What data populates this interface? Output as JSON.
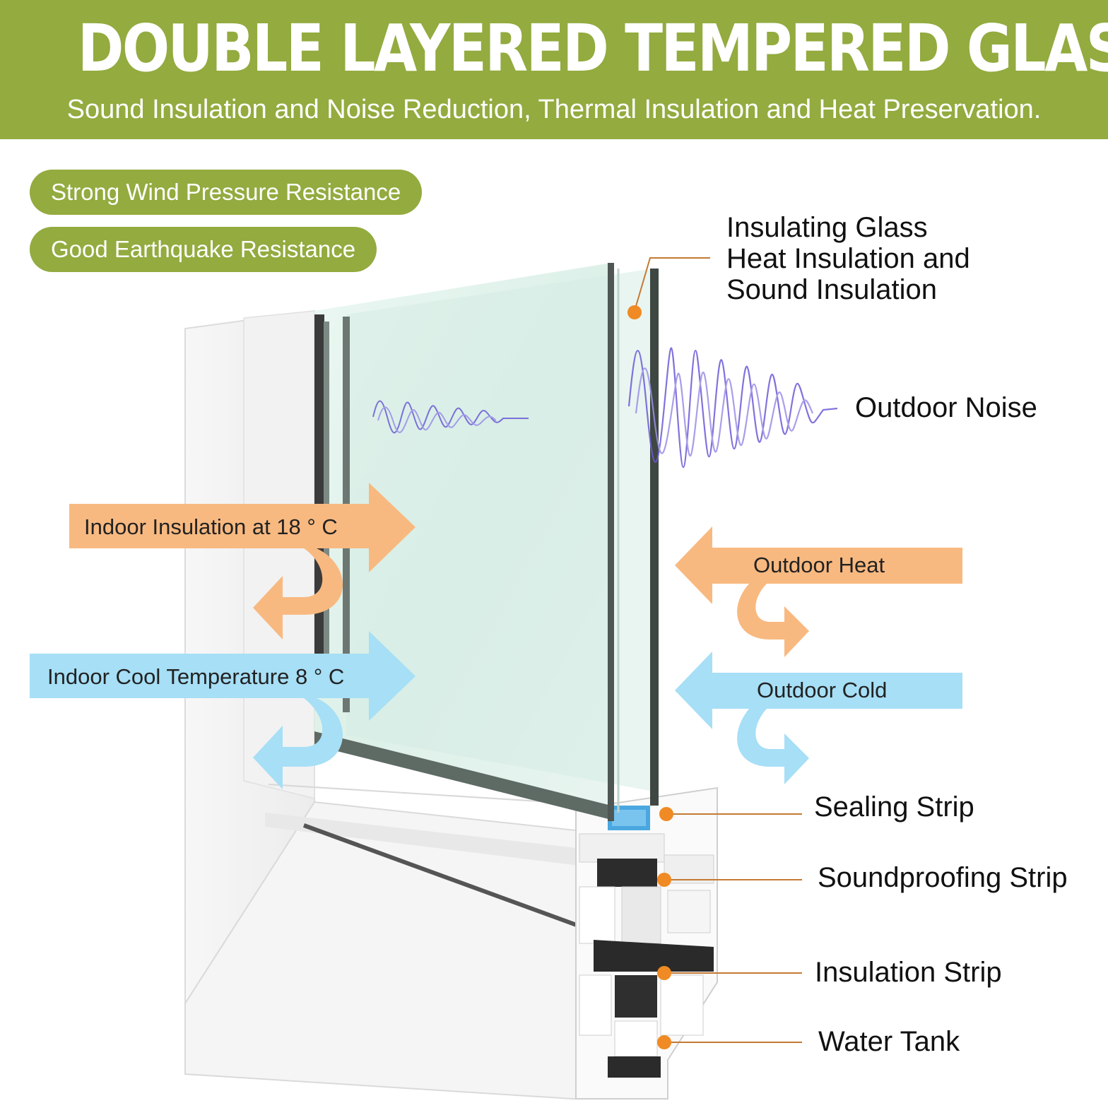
{
  "header": {
    "title": "DOUBLE LAYERED TEMPERED GLASS",
    "subtitle": "Sound Insulation and Noise Reduction, Thermal Insulation and Heat Preservation."
  },
  "badges": [
    {
      "label": "Strong Wind Pressure Resistance"
    },
    {
      "label": "Good Earthquake Resistance"
    }
  ],
  "callouts": {
    "insulating_glass": [
      "Insulating Glass",
      "Heat Insulation and",
      "Sound Insulation"
    ],
    "outdoor_noise": "Outdoor Noise",
    "sealing_strip": "Sealing Strip",
    "soundproofing_strip": "Soundproofing Strip",
    "insulation_strip": "Insulation Strip",
    "water_tank": "Water Tank"
  },
  "arrows": {
    "indoor_insulation": "Indoor Insulation at 18 ° C",
    "indoor_cool": "Indoor Cool Temperature 8 ° C",
    "outdoor_heat": "Outdoor Heat",
    "outdoor_cold": "Outdoor Cold"
  },
  "colors": {
    "brand_green": "#93ab3f",
    "heat_orange": "#f8b980",
    "cold_blue": "#a6dff6",
    "marker_orange": "#f08a24",
    "wave_purple": "#6b5bd6"
  },
  "icons": [
    "wave-icon",
    "arrow-right-icon",
    "arrow-left-icon",
    "return-arrow-icon"
  ]
}
